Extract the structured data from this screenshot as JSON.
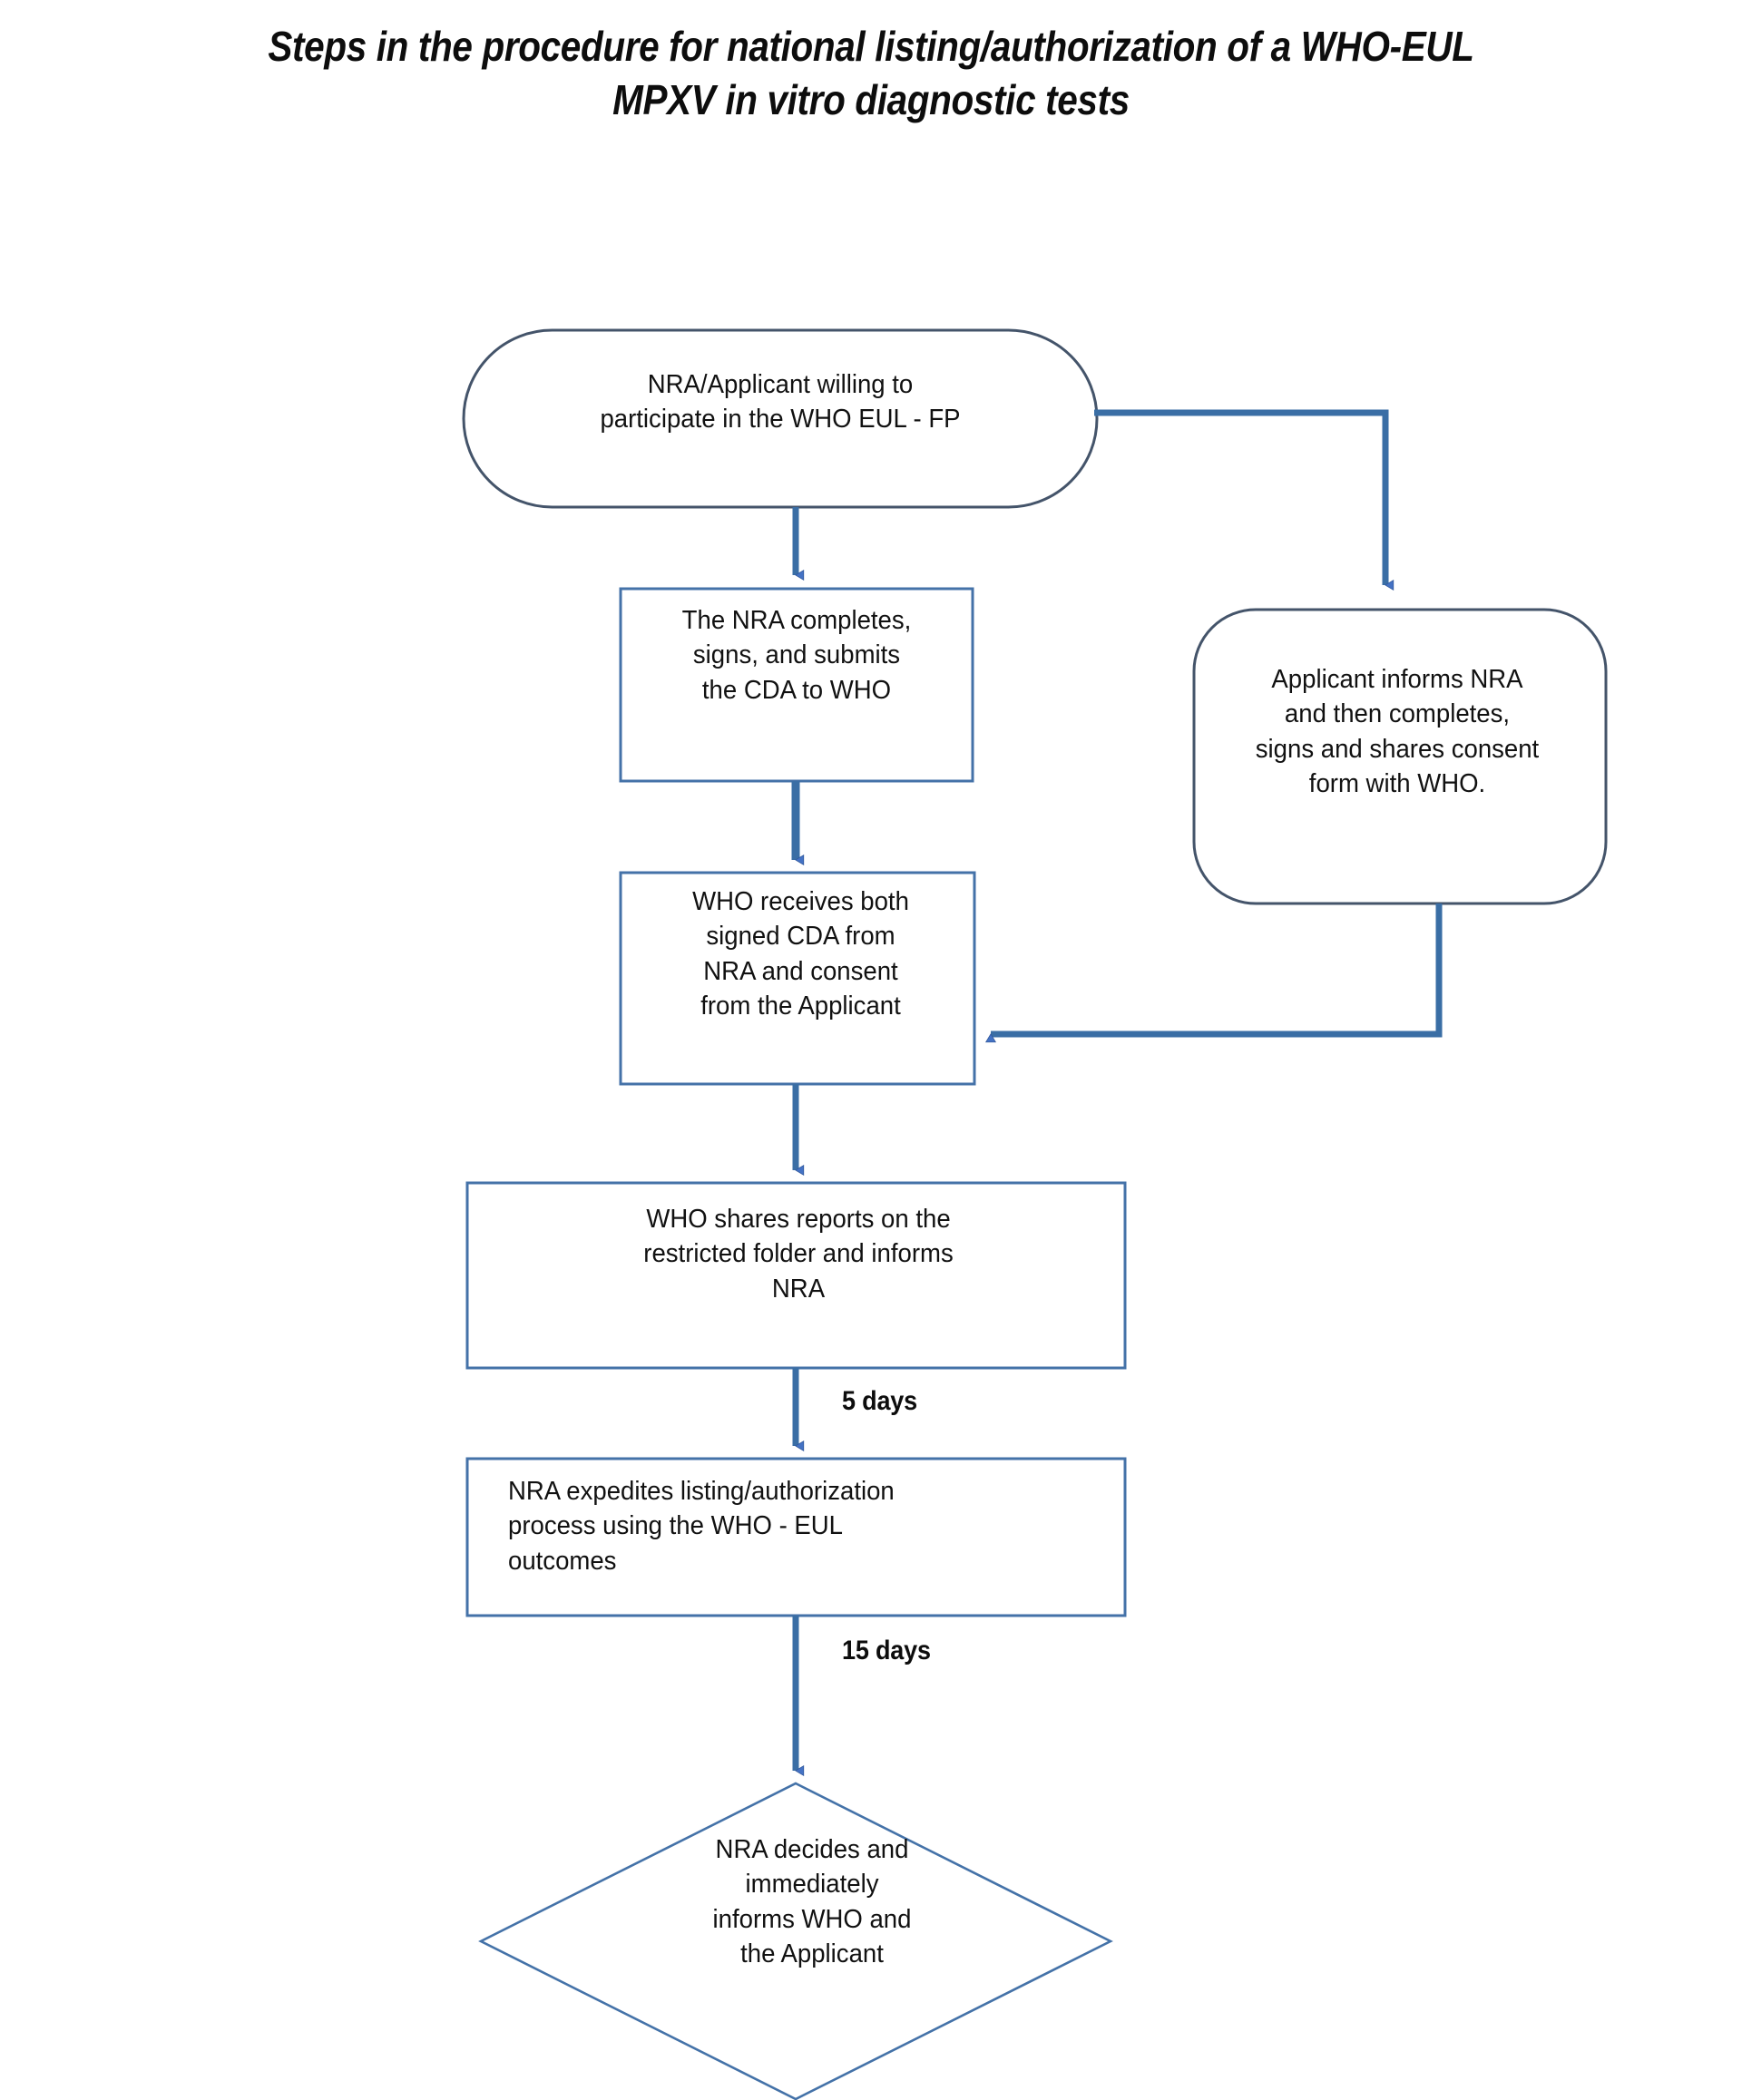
{
  "title": {
    "line1": "Steps in the procedure for national listing/authorization of a WHO-EUL",
    "line2": "MPXV in vitro diagnostic tests"
  },
  "colors": {
    "node_stroke": "#4472a8",
    "node_stroke_dark": "#41719c",
    "connector": "#3a6ea5",
    "arrow_fill": "#4472c4",
    "text": "#111111",
    "background": "#ffffff"
  },
  "chart_data": {
    "type": "diagram",
    "title": "Steps in the procedure for national listing/authorization of a WHO-EUL MPXV in vitro diagnostic tests",
    "nodes": [
      {
        "id": "n1",
        "shape": "stadium",
        "text": "NRA/Applicant willing to\nparticipate in the WHO EUL - FP"
      },
      {
        "id": "n2",
        "shape": "rectangle",
        "text": "The NRA completes,\nsigns, and submits\nthe CDA to WHO"
      },
      {
        "id": "n3",
        "shape": "rounded-rectangle",
        "text": "Applicant informs NRA\nand then completes,\nsigns and shares consent\nform with WHO."
      },
      {
        "id": "n4",
        "shape": "rectangle",
        "text": "WHO receives both\nsigned CDA from\nNRA and consent\nfrom the Applicant"
      },
      {
        "id": "n5",
        "shape": "rectangle",
        "text": "WHO shares reports on the\nrestricted folder and informs\nNRA"
      },
      {
        "id": "n6",
        "shape": "rectangle",
        "text": "NRA expedites listing/authorization\nprocess using the WHO - EUL\noutcomes"
      },
      {
        "id": "n7",
        "shape": "diamond",
        "text": "NRA decides and\nimmediately\ninforms WHO and\nthe Applicant"
      }
    ],
    "edges": [
      {
        "from": "n1",
        "to": "n2",
        "label": ""
      },
      {
        "from": "n1",
        "to": "n3",
        "label": ""
      },
      {
        "from": "n2",
        "to": "n4",
        "label": ""
      },
      {
        "from": "n3",
        "to": "n4",
        "label": ""
      },
      {
        "from": "n4",
        "to": "n5",
        "label": ""
      },
      {
        "from": "n5",
        "to": "n6",
        "label": "5 days"
      },
      {
        "from": "n6",
        "to": "n7",
        "label": "15 days"
      }
    ]
  },
  "edge_labels": {
    "five_days": "5 days",
    "fifteen_days": "15 days"
  }
}
